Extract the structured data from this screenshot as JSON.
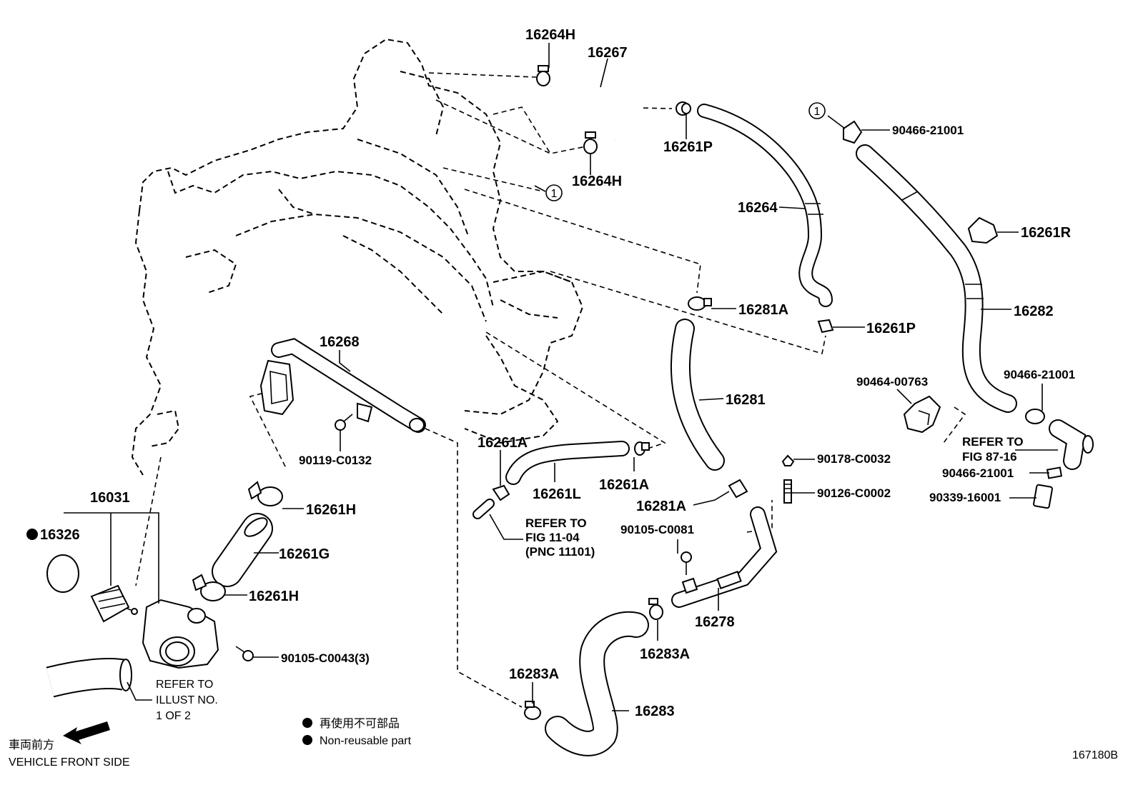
{
  "parts": {
    "p16264H_top": "16264H",
    "p16267": "16267",
    "p16261P_top": "16261P",
    "p16264H_bottom": "16264H",
    "p90466_21001_top": "90466-21001",
    "p16261R": "16261R",
    "p16264": "16264",
    "p16282": "16282",
    "p16281A_top": "16281A",
    "p16261P_mid": "16261P",
    "p16268": "16268",
    "p16281": "16281",
    "p90464_00763": "90464-00763",
    "p90466_21001_mid": "90466-21001",
    "p90119_C0132": "90119-C0132",
    "p16261A_left": "16261A",
    "p16261L": "16261L",
    "p16261A_right": "16261A",
    "p90178_C0032": "90178-C0032",
    "p90466_21001_low": "90466-21001",
    "p90126_C0002": "90126-C0002",
    "p90339_16001": "90339-16001",
    "p16031": "16031",
    "p16326": "16326",
    "p16261H_top": "16261H",
    "p16281A_bottom": "16281A",
    "p90105_C0081": "90105-C0081",
    "p16261G": "16261G",
    "p16261H_bottom": "16261H",
    "p16278": "16278",
    "p90105_C0043": "90105-C0043(3)",
    "p16283A_right": "16283A",
    "p16283A_left": "16283A",
    "p16283": "16283"
  },
  "callouts": {
    "circle_one_top": "1",
    "circle_one_mid": "1"
  },
  "refs": {
    "fig8716_line1": "REFER TO",
    "fig8716_line2": "FIG 87-16",
    "fig1104_line1": "REFER TO",
    "fig1104_line2": "FIG 11-04",
    "fig1104_line3": "(PNC 11101)",
    "illust_line1": "REFER TO",
    "illust_line2": "ILLUST NO.",
    "illust_line3": "1 OF 2"
  },
  "legend": {
    "jp": "再使用不可部品",
    "en": "Non-reusable part"
  },
  "direction": {
    "jp": "車両前方",
    "en": "VEHICLE FRONT SIDE"
  },
  "figure_id": "167180B"
}
